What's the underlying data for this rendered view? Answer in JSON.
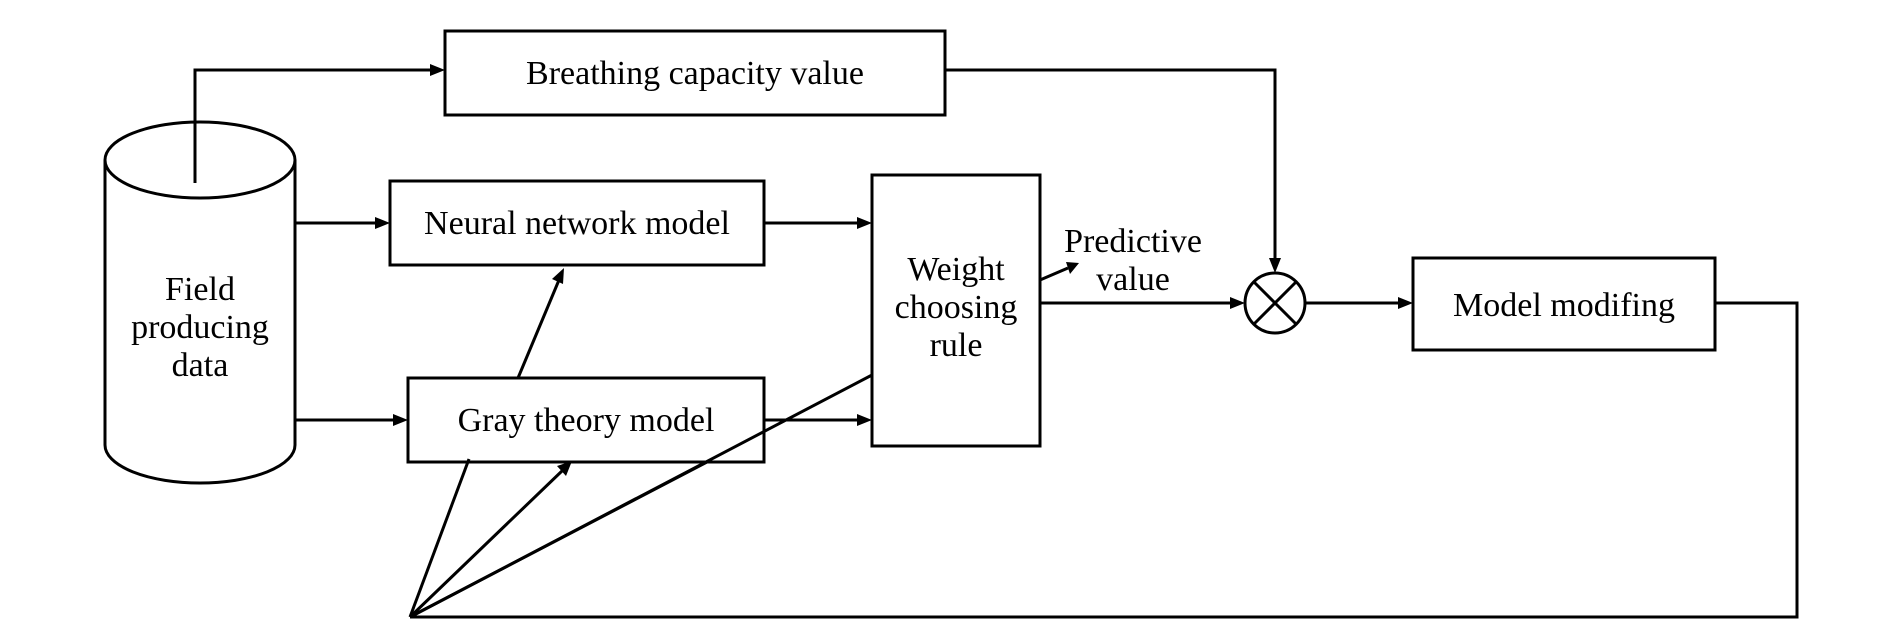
{
  "diagram": {
    "database": {
      "line1": "Field",
      "line2": "producing",
      "line3": "data"
    },
    "breathing_capacity": "Breathing capacity value",
    "neural_network": "Neural network model",
    "gray_theory": "Gray theory model",
    "weight_rule": {
      "line1": "Weight",
      "line2": "choosing",
      "line3": "rule"
    },
    "predictive": {
      "line1": "Predictive",
      "line2": "value"
    },
    "model_modifing": "Model modifing",
    "comparator_symbol": "multiply-circle-icon"
  }
}
